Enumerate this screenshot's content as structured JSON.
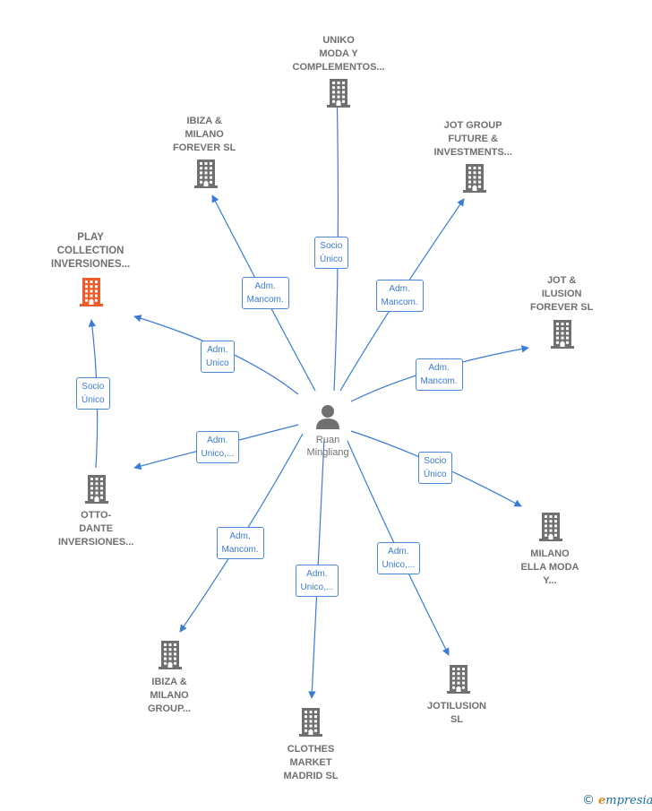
{
  "colors": {
    "edge": "#3a7bd5",
    "building": "#707070",
    "highlight": "#f05a28"
  },
  "center": {
    "name": "Ruan\nMingliang",
    "icon": "person-icon"
  },
  "companies": [
    {
      "id": "uniko",
      "label": "UNIKO\nMODA Y\nCOMPLEMENTOS...",
      "icon": "building-icon"
    },
    {
      "id": "ibiza-milano-forever",
      "label": "IBIZA &\nMILANO\nFOREVER  SL",
      "icon": "building-icon"
    },
    {
      "id": "jot-group",
      "label": "JOT GROUP\nFUTURE &\nINVESTMENTS...",
      "icon": "building-icon"
    },
    {
      "id": "play-collection",
      "label": "PLAY\nCOLLECTION\nINVERSIONES...",
      "icon": "building-icon",
      "highlight": true
    },
    {
      "id": "jot-ilusion",
      "label": "JOT &\nILUSION\nFOREVER  SL",
      "icon": "building-icon"
    },
    {
      "id": "otto-dante",
      "label": "OTTO-\nDANTE\nINVERSIONES...",
      "icon": "building-icon"
    },
    {
      "id": "milano-ella",
      "label": "MILANO\nELLA MODA\nY...",
      "icon": "building-icon"
    },
    {
      "id": "ibiza-milano-group",
      "label": "IBIZA &\nMILANO\nGROUP...",
      "icon": "building-icon"
    },
    {
      "id": "jotilusion",
      "label": "JOTILUSION\nSL",
      "icon": "building-icon"
    },
    {
      "id": "clothes-market",
      "label": "CLOTHES\nMARKET\nMADRID  SL",
      "icon": "building-icon"
    }
  ],
  "relations": [
    {
      "to": "uniko",
      "label": "Socio\nÚnico"
    },
    {
      "to": "ibiza-milano-forever",
      "label": "Adm.\nMancom."
    },
    {
      "to": "jot-group",
      "label": "Adm.\nMancom."
    },
    {
      "to": "play-collection",
      "label": "Adm.\nUnico"
    },
    {
      "to": "jot-ilusion",
      "label": "Adm.\nMancom."
    },
    {
      "to": "otto-dante",
      "label": "Adm.\nUnico,..."
    },
    {
      "to": "milano-ella",
      "label": "Socio\nÚnico"
    },
    {
      "to": "ibiza-milano-group",
      "label": "Adm.\nMancom."
    },
    {
      "to": "jotilusion",
      "label": "Adm.\nUnico,..."
    },
    {
      "to": "clothes-market",
      "label": "Adm.\nUnico,..."
    },
    {
      "from": "otto-dante",
      "to": "play-collection",
      "label": "Socio\nÚnico"
    }
  ],
  "brand": {
    "copyright": "©",
    "initial": "e",
    "rest": "mpresia"
  }
}
